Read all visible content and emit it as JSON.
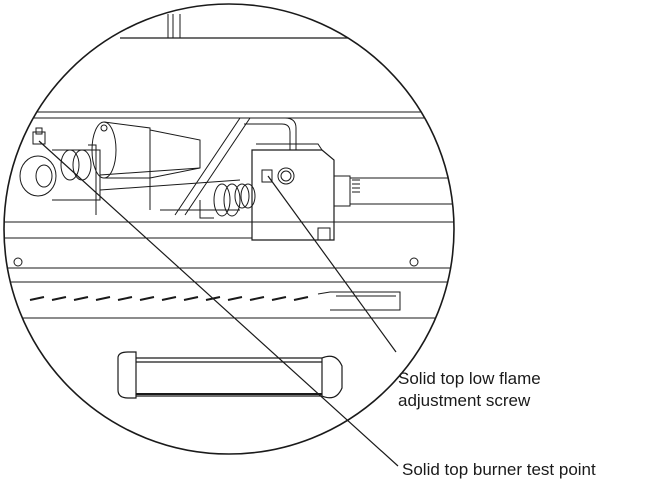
{
  "callouts": {
    "low_flame_screw": {
      "line1": "Solid top low flame",
      "line2": "adjustment screw"
    },
    "burner_test_point": {
      "label": "Solid top burner test point"
    }
  },
  "colors": {
    "stroke": "#1a1a1a",
    "background": "#ffffff"
  }
}
